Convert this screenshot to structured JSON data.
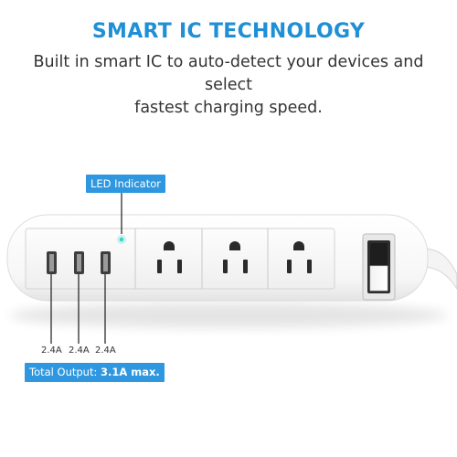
{
  "colors": {
    "accent": "#1f8fd6",
    "callout_bg": "#2f97df",
    "led": "#35d2c8"
  },
  "headline": "SMART IC TECHNOLOGY",
  "subtext": {
    "line1": "Built in smart IC to auto-detect your devices and select",
    "line2": "fastest charging speed."
  },
  "callouts": {
    "led_indicator": "LED Indicator",
    "total_output_label": "Total Output: ",
    "total_output_value": "3.1A max."
  },
  "usb_ports": [
    {
      "rating": "2.4A"
    },
    {
      "rating": "2.4A"
    },
    {
      "rating": "2.4A"
    }
  ],
  "ac_outlet_count": 3,
  "icons": [
    "usb-port-icon",
    "ac-outlet-icon",
    "rocker-switch-icon",
    "led-icon",
    "power-cord-icon"
  ]
}
